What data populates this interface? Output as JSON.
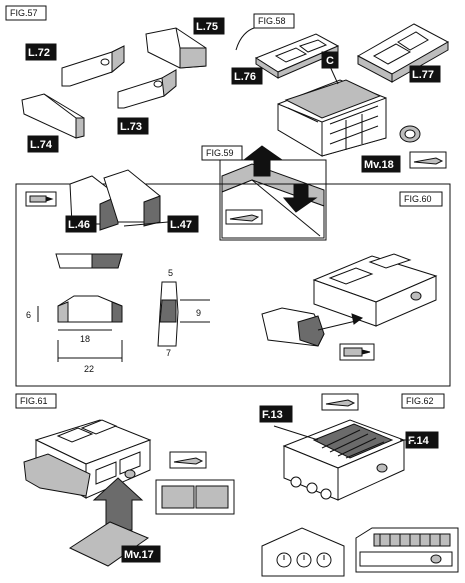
{
  "figures": {
    "fig57": "FIG.57",
    "fig58": "FIG.58",
    "fig59": "FIG.59",
    "fig60": "FIG.60",
    "fig61": "FIG.61",
    "fig62": "FIG.62"
  },
  "parts": {
    "l72": "L.72",
    "l75": "L.75",
    "l73": "L.73",
    "l74": "L.74",
    "l76": "L.76",
    "l77": "L.77",
    "c": "C",
    "mv18": "Mv.18",
    "l46": "L.46",
    "l47": "L.47",
    "mv17": "Mv.17",
    "f13": "F.13",
    "f14": "F.14"
  },
  "dimensions": {
    "d6": "6",
    "d18": "18",
    "d22": "22",
    "d5": "5",
    "d9": "9",
    "d7": "7"
  },
  "colors": {
    "ink": "#111111",
    "fill_gray": "#bdbdbd",
    "fill_dark": "#6b6b6b"
  },
  "icons": [
    "glue-tube-icon",
    "craft-knife-icon",
    "direction-arrow-icon"
  ]
}
